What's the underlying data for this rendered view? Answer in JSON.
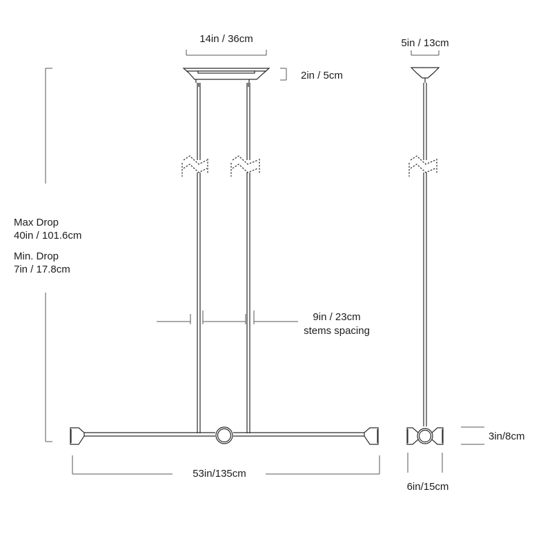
{
  "colors": {
    "line": "#2a2a2a",
    "dimension_line": "#555555",
    "text": "#1c1c1c",
    "background": "#ffffff"
  },
  "front_view": {
    "canopy_width": "14in / 36cm",
    "canopy_height": "2in / 5cm",
    "max_drop_label": "Max Drop",
    "max_drop_value": "40in / 101.6cm",
    "min_drop_label": "Min. Drop",
    "min_drop_value": "7in / 17.8cm",
    "stem_spacing_value": "9in / 23cm",
    "stem_spacing_label": "stems spacing",
    "overall_width": "53in/135cm"
  },
  "side_view": {
    "canopy_width": "5in / 13cm",
    "shade_height": "3in/8cm",
    "shade_width": "6in/15cm"
  }
}
